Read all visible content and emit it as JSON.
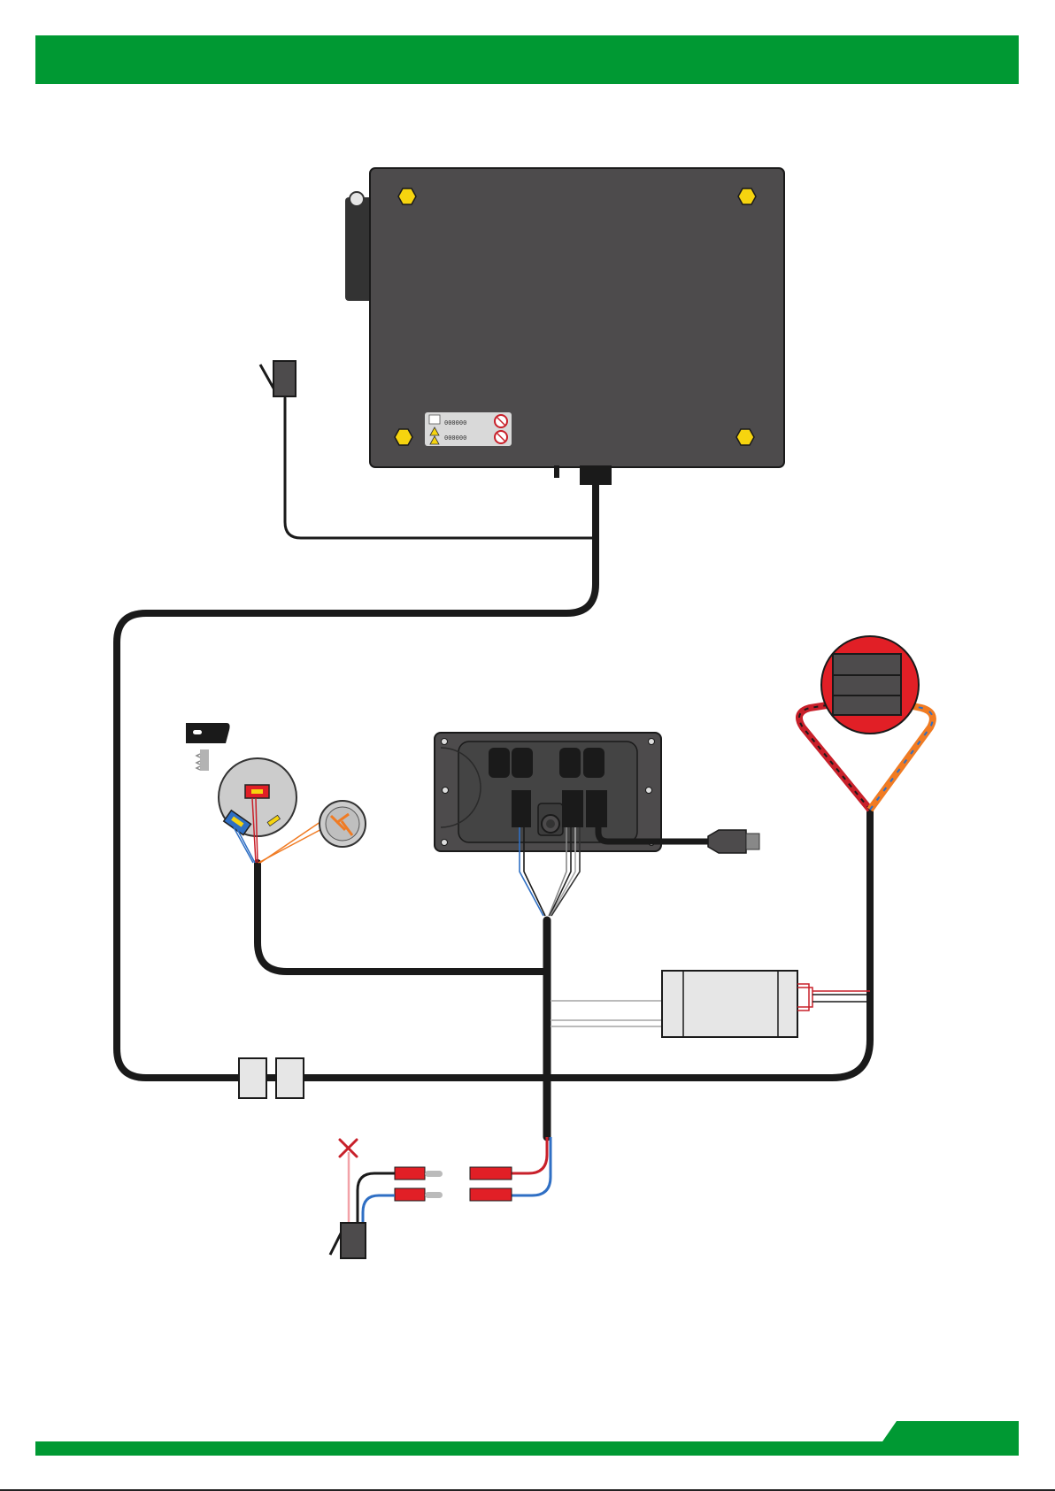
{
  "header": {
    "bar_color": "#009933"
  },
  "footer": {
    "bar_color": "#009933"
  },
  "controller": {
    "warning_label_lines": [
      "000000",
      "000000"
    ]
  },
  "colors": {
    "cable": "#1a1a1a",
    "housing": "#4d4b4c",
    "bolt": "#f6d40f",
    "connector_red": "#e11f26",
    "wire_blue": "#2f6fc4",
    "wire_orange": "#f07b23",
    "wire_red": "#c8202a"
  },
  "components": [
    {
      "name": "controller-unit",
      "icon": "controller-box-icon"
    },
    {
      "name": "sensor-plug",
      "icon": "sensor-plug-icon"
    },
    {
      "name": "ignition-key",
      "icon": "key-icon"
    },
    {
      "name": "ignition-switch",
      "icon": "ignition-switch-icon"
    },
    {
      "name": "indicator-light",
      "icon": "indicator-light-icon"
    },
    {
      "name": "display-panel",
      "icon": "display-panel-icon"
    },
    {
      "name": "usb-plug",
      "icon": "usb-plug-icon"
    },
    {
      "name": "battery-pack",
      "icon": "battery-icon"
    },
    {
      "name": "converter-module",
      "icon": "converter-icon"
    },
    {
      "name": "inline-connector",
      "icon": "inline-connector-icon"
    },
    {
      "name": "power-connectors",
      "icon": "bullet-connector-icon"
    },
    {
      "name": "disconnect-marker",
      "icon": "cross-icon"
    }
  ]
}
